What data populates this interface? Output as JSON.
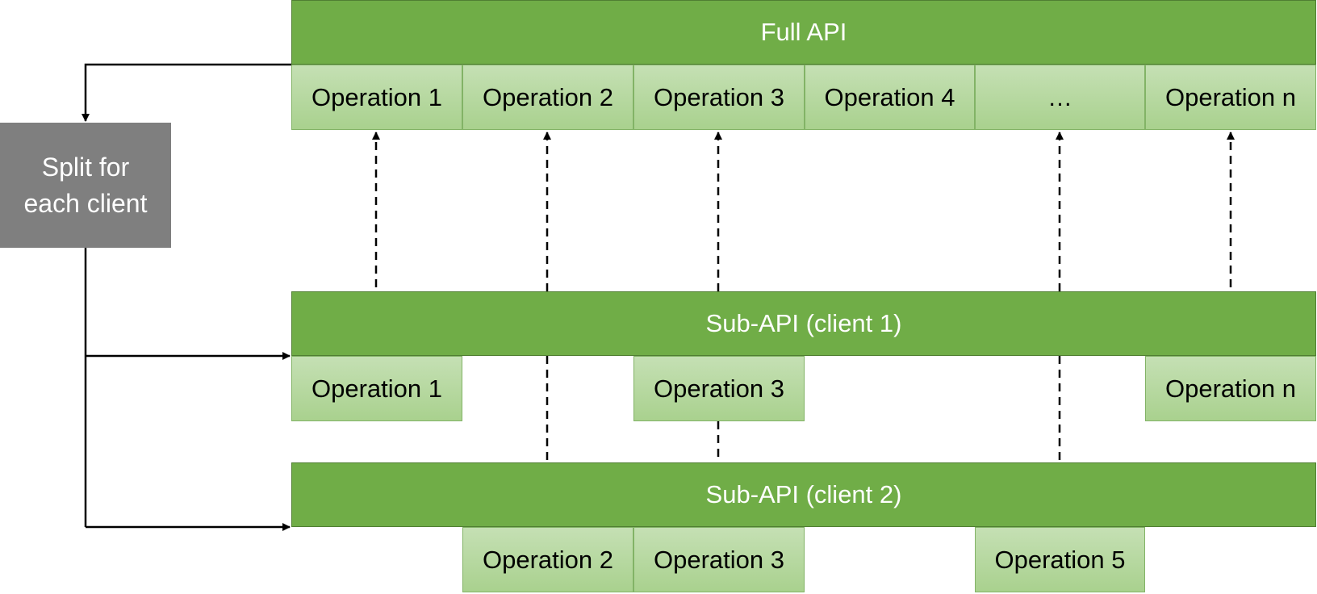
{
  "full_api": {
    "title": "Full API",
    "operations": [
      "Operation 1",
      "Operation 2",
      "Operation 3",
      "Operation 4",
      "…",
      "Operation n"
    ]
  },
  "split_box": {
    "line1": "Split for",
    "line2": "each client"
  },
  "client1": {
    "title": "Sub-API (client 1)",
    "operations": [
      "Operation 1",
      "Operation 3",
      "Operation n"
    ]
  },
  "client2": {
    "title": "Sub-API (client 2)",
    "operations": [
      "Operation 2",
      "Operation 3",
      "Operation 5"
    ]
  },
  "colors": {
    "bar": "#70ad47",
    "operation": "#a9d18e",
    "split": "#7f7f7f"
  }
}
